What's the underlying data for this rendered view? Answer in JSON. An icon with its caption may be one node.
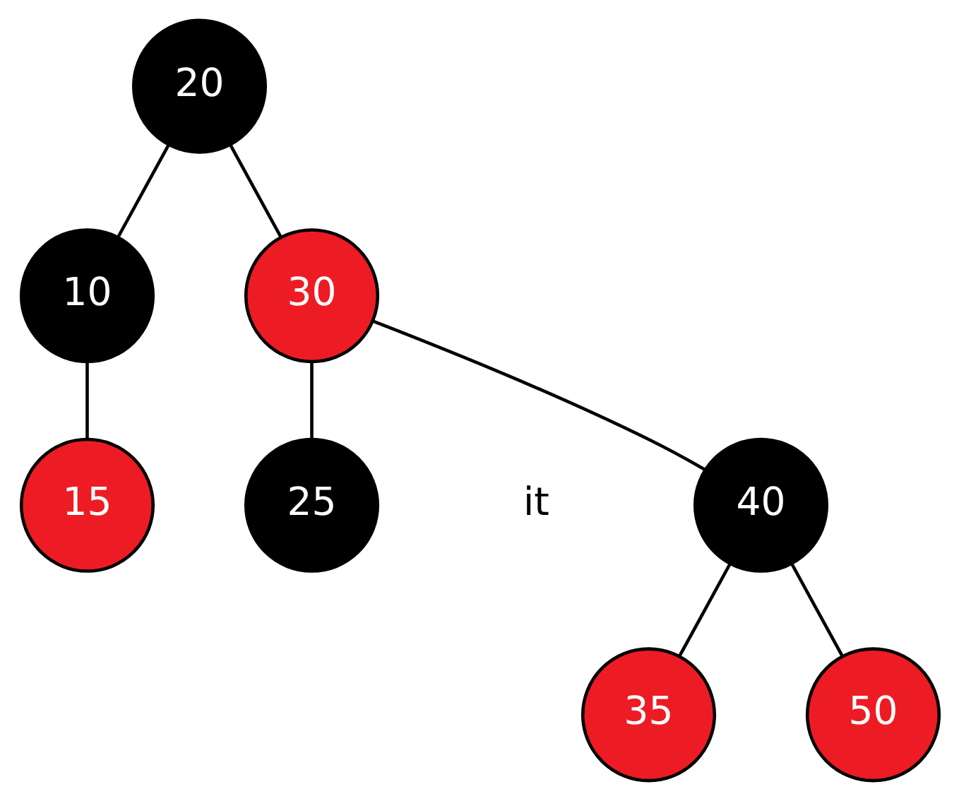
{
  "diagram": {
    "nodes": [
      {
        "text": [
          "20"
        ]
      },
      {
        "text": [
          "10"
        ]
      },
      {
        "text": [
          "30"
        ]
      },
      {
        "text": [
          "15"
        ]
      },
      {
        "text": [
          "25"
        ]
      },
      {
        "text": [
          "40"
        ]
      },
      {
        "text": [
          "35"
        ]
      },
      {
        "text": [
          "50"
        ]
      }
    ],
    "edges": [
      {
        "from": 0,
        "to": 1,
        "arrow": "none"
      },
      {
        "from": 0,
        "to": 2,
        "arrow": "none"
      },
      {
        "from": 1,
        "to": 3,
        "arrow": "none"
      },
      {
        "from": 2,
        "to": 4,
        "arrow": "none"
      },
      {
        "from": 2,
        "to": 5,
        "arrow": "none"
      },
      {
        "from": 5,
        "to": 6,
        "arrow": "none"
      },
      {
        "from": 5,
        "to": 7,
        "arrow": "none"
      }
    ],
    "labels": [
      "it"
    ]
  }
}
